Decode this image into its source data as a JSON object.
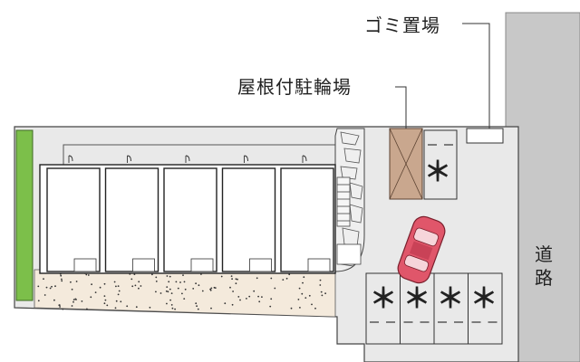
{
  "labels": {
    "garbage": "ゴミ置場",
    "bike_parking": "屋根付駐輪場",
    "road": "道路"
  },
  "parking": {
    "space_mark": "＊",
    "spaces": 5
  },
  "units": 5,
  "colors": {
    "road": "#c8c8c8",
    "lot": "#e9e9e9",
    "building": "#ffffff",
    "hedge": "#7cbf4a",
    "bike_roof": "#c9a78e",
    "planting": "#f4eadc",
    "car": "#e0566a",
    "outline": "#222222"
  }
}
